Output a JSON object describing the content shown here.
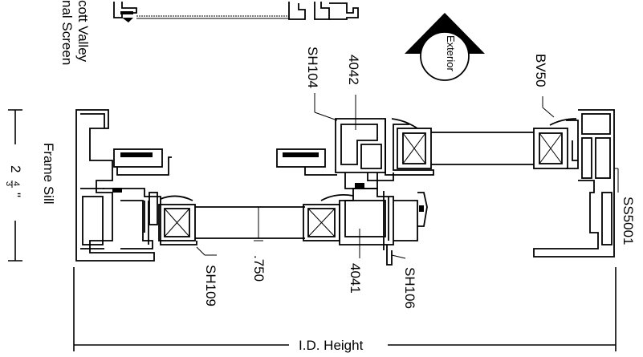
{
  "labels": {
    "top_caption_1": "nal Screen",
    "top_caption_2": "cott Valley",
    "sh104": "SH104",
    "p4042": "4042",
    "exterior": "Exterior",
    "bv50": "BV50",
    "frame_sill": "Frame Sill",
    "dim_whole": "2",
    "dim_num": "3",
    "dim_den": "4",
    "dim_inch": "\"",
    "ss5001": "SS5001",
    "sh109": "SH109",
    "d750": ".750",
    "p4041": "4041",
    "sh106": "SH106",
    "id_height": "I.D. Height"
  }
}
